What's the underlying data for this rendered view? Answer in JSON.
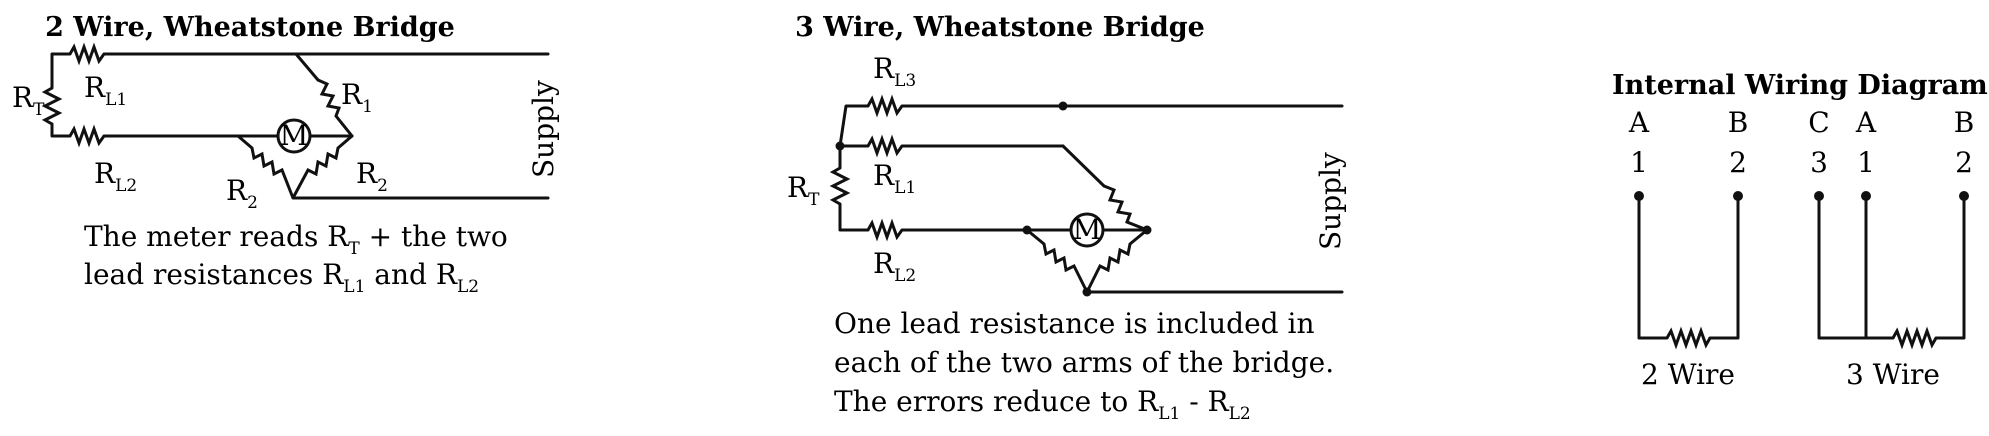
{
  "two_wire": {
    "title": "2 Wire, Wheatstone Bridge",
    "r_t": {
      "main": "R",
      "sub": "T"
    },
    "r_l1": {
      "main": "R",
      "sub": "L1"
    },
    "r_l2": {
      "main": "R",
      "sub": "L2"
    },
    "r_1": {
      "main": "R",
      "sub": "1"
    },
    "r_2_left": {
      "main": "R",
      "sub": "2"
    },
    "r_2_right": {
      "main": "R",
      "sub": "2"
    },
    "meter": "M",
    "supply": "Supply",
    "caption": {
      "l1_a": "The meter reads R",
      "l1_sub": "T",
      "l1_b": " + the two",
      "l2_a": "lead resistances R",
      "l2_sub1": "L1",
      "l2_b": " and R",
      "l2_sub2": "L2"
    }
  },
  "three_wire": {
    "title": "3 Wire, Wheatstone Bridge",
    "r_l3": {
      "main": "R",
      "sub": "L3"
    },
    "r_l1": {
      "main": "R",
      "sub": "L1"
    },
    "r_l2": {
      "main": "R",
      "sub": "L2"
    },
    "r_t": {
      "main": "R",
      "sub": "T"
    },
    "meter": "M",
    "supply": "Supply",
    "caption": {
      "line1": "One lead resistance is included in",
      "line2": "each of the two arms of the bridge.",
      "l3_a": "The errors reduce to R",
      "l3_sub1": "L1",
      "l3_b": " - R",
      "l3_sub2": "L2"
    }
  },
  "internal": {
    "title": "Internal Wiring Diagram",
    "two_wire": {
      "letters": [
        "A",
        "B"
      ],
      "numbers": [
        "1",
        "2"
      ],
      "label": "2 Wire"
    },
    "three_wire": {
      "letters": [
        "C",
        "A",
        "B"
      ],
      "numbers": [
        "3",
        "1",
        "2"
      ],
      "label": "3 Wire"
    }
  }
}
